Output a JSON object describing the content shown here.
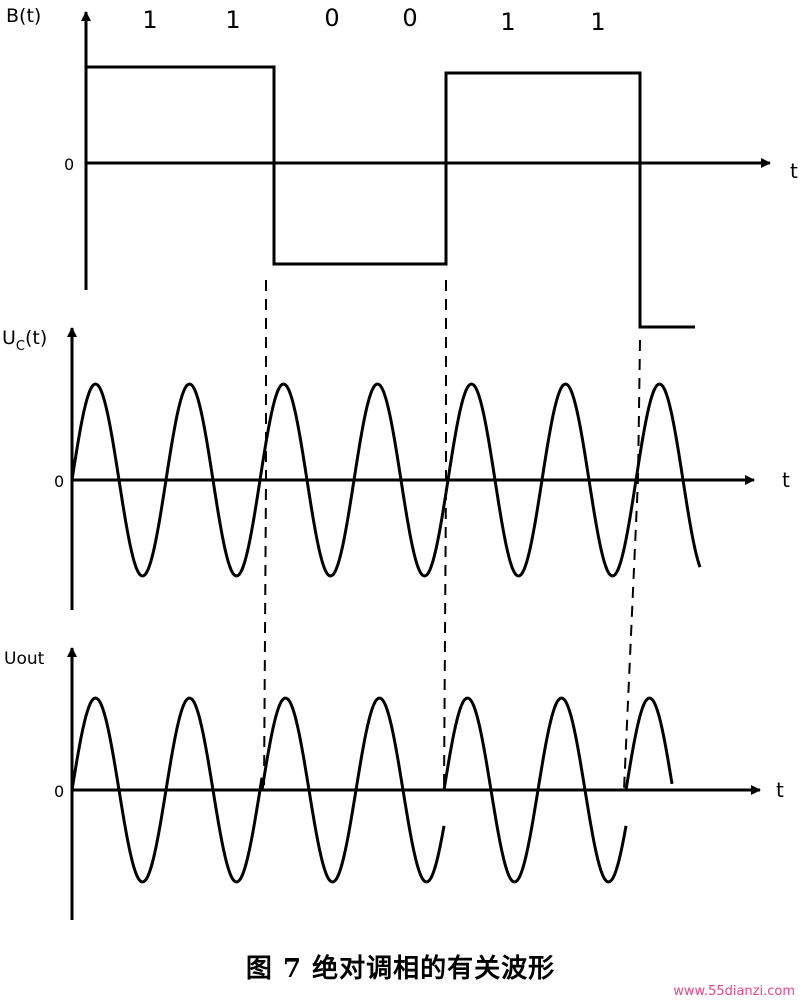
{
  "panels": {
    "bt": {
      "ylabel": "B(t)",
      "origin": "0",
      "xlabel": "t",
      "bits": [
        "1",
        "1",
        "0",
        "0",
        "1",
        "1"
      ]
    },
    "uc": {
      "ylabel_main": "U",
      "ylabel_sub": "C",
      "ylabel_tail": "(t)",
      "origin": "0",
      "xlabel": "t"
    },
    "uout": {
      "ylabel": "Uout",
      "origin": "0",
      "xlabel": "t"
    }
  },
  "caption": "图 7 绝对调相的有关波形",
  "watermark": "www.55dianzi.com",
  "colors": {
    "ink": "#000000",
    "watermark": "#e04a8c"
  }
}
